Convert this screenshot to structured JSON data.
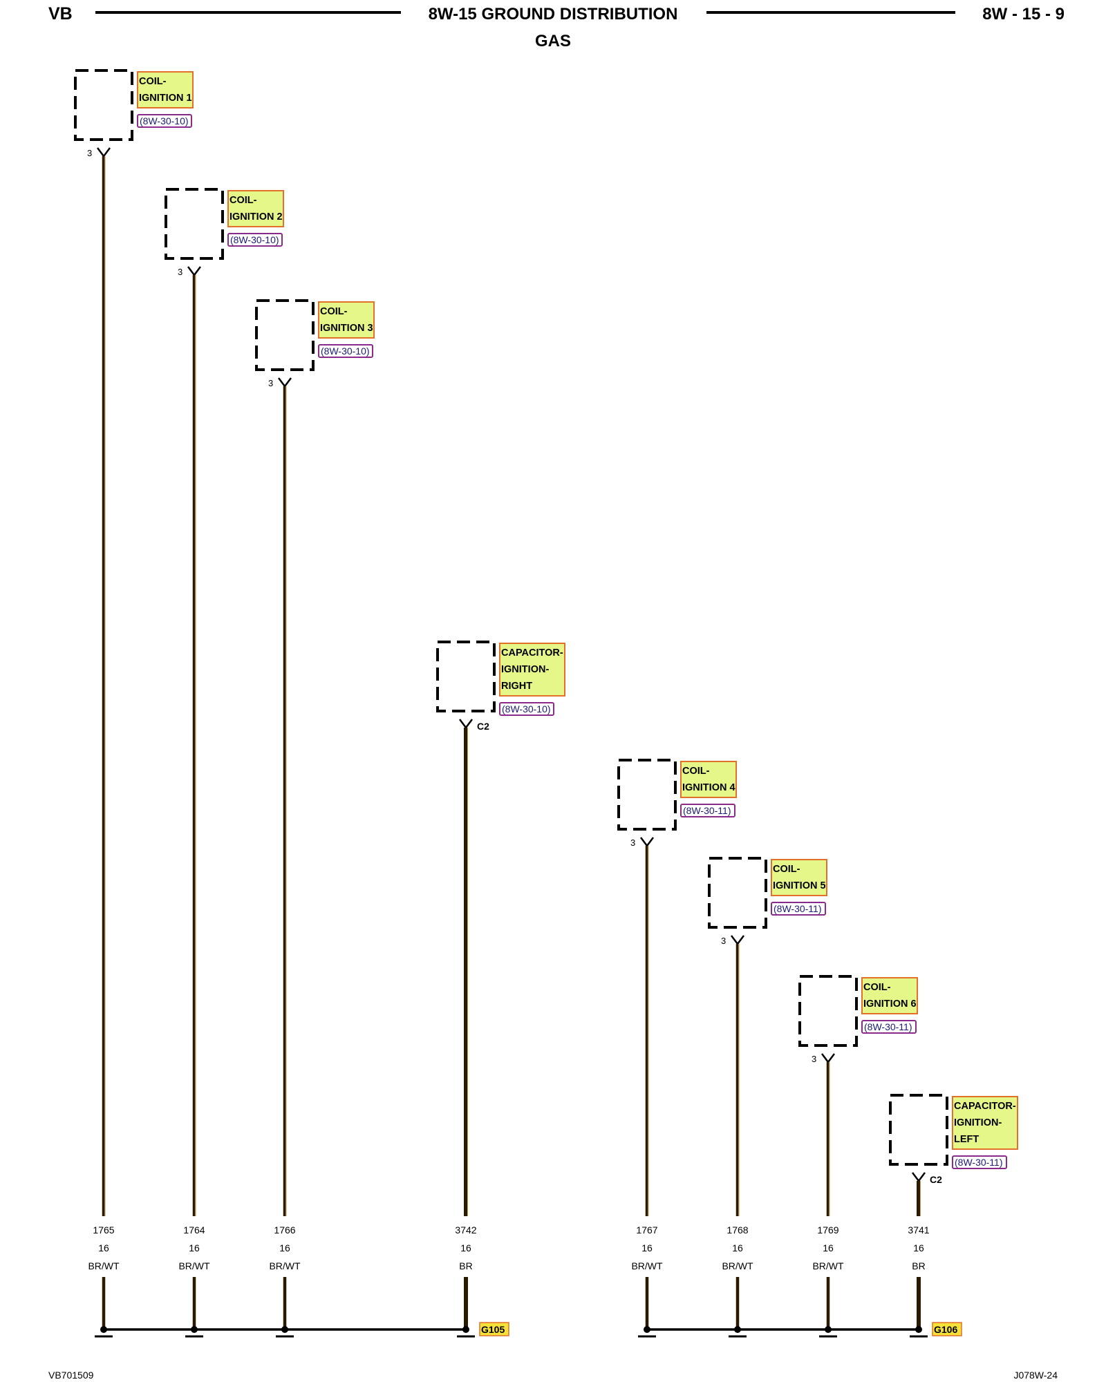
{
  "header": {
    "left_code": "VB",
    "title": "8W-15 GROUND DISTRIBUTION",
    "subtitle": "GAS",
    "page_number": "8W - 15 - 9"
  },
  "footer": {
    "left_code": "VB701509",
    "right_code": "J078W-24"
  },
  "colors": {
    "component_label_bg": "#e6f78a",
    "component_label_border": "#e0702a",
    "reference_border": "#8a2a8a",
    "ground_label_bg": "#f5e13a",
    "wire": "#2a1a00"
  },
  "components": [
    {
      "name_lines": [
        "COIL-",
        "IGNITION 1"
      ],
      "reference": "(8W-30-10)",
      "pin": "3",
      "circuit": "1765",
      "gauge": "16",
      "color": "BR/WT"
    },
    {
      "name_lines": [
        "COIL-",
        "IGNITION 2"
      ],
      "reference": "(8W-30-10)",
      "pin": "3",
      "circuit": "1764",
      "gauge": "16",
      "color": "BR/WT"
    },
    {
      "name_lines": [
        "COIL-",
        "IGNITION 3"
      ],
      "reference": "(8W-30-10)",
      "pin": "3",
      "circuit": "1766",
      "gauge": "16",
      "color": "BR/WT"
    },
    {
      "name_lines": [
        "CAPACITOR-",
        "IGNITION-",
        "RIGHT"
      ],
      "reference": "(8W-30-10)",
      "pin": "C2",
      "circuit": "3742",
      "gauge": "16",
      "color": "BR"
    },
    {
      "name_lines": [
        "COIL-",
        "IGNITION 4"
      ],
      "reference": "(8W-30-11)",
      "pin": "3",
      "circuit": "1767",
      "gauge": "16",
      "color": "BR/WT"
    },
    {
      "name_lines": [
        "COIL-",
        "IGNITION 5"
      ],
      "reference": "(8W-30-11)",
      "pin": "3",
      "circuit": "1768",
      "gauge": "16",
      "color": "BR/WT"
    },
    {
      "name_lines": [
        "COIL-",
        "IGNITION 6"
      ],
      "reference": "(8W-30-11)",
      "pin": "3",
      "circuit": "1769",
      "gauge": "16",
      "color": "BR/WT"
    },
    {
      "name_lines": [
        "CAPACITOR-",
        "IGNITION-",
        "LEFT"
      ],
      "reference": "(8W-30-11)",
      "pin": "C2",
      "circuit": "3741",
      "gauge": "16",
      "color": "BR"
    }
  ],
  "grounds": [
    {
      "label": "G105"
    },
    {
      "label": "G106"
    }
  ]
}
